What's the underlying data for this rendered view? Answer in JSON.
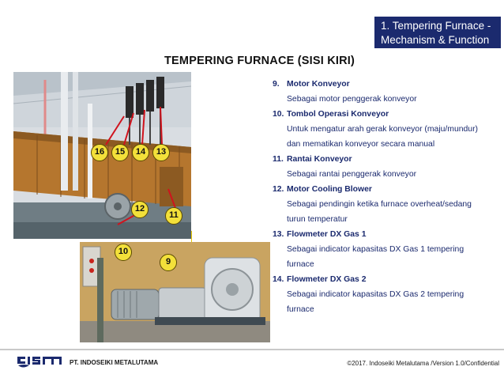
{
  "header": {
    "badge_line1": "1. Tempering Furnace -",
    "badge_line2": "Mechanism & Function",
    "title": "TEMPERING FURNACE (SISI KIRI)"
  },
  "markers": {
    "m16": "16",
    "m15": "15",
    "m14": "14",
    "m13": "13",
    "m12": "12",
    "m11": "11",
    "m10": "10",
    "m9": "9"
  },
  "items": [
    {
      "number": "9.",
      "title": "Motor Konveyor",
      "desc": [
        "Sebagai motor penggerak konveyor"
      ]
    },
    {
      "number": "10.",
      "title": "Tombol Operasi Konveyor",
      "desc": [
        "Untuk mengatur arah gerak konveyor (maju/mundur)",
        "dan mematikan konveyor secara manual"
      ]
    },
    {
      "number": "11.",
      "title": "Rantai Konveyor",
      "desc": [
        "Sebagai rantai penggerak konveyor"
      ]
    },
    {
      "number": "12.",
      "title": "Motor Cooling Blower",
      "desc": [
        "Sebagai pendingin ketika furnace overheat/sedang",
        "turun temperatur"
      ]
    },
    {
      "number": "13.",
      "title": "Flowmeter DX Gas 1",
      "desc": [
        "Sebagai indicator kapasitas DX Gas 1 tempering",
        "furnace"
      ]
    },
    {
      "number": "14.",
      "title": "Flowmeter DX Gas 2",
      "desc": [
        "Sebagai indicator kapasitas DX Gas 2 tempering",
        "furnace"
      ]
    }
  ],
  "footer": {
    "company": "PT. INDOSEIKI METALUTAMA",
    "copyright": "©2017. Indoseiki Metalutama /Version 1.0/Confidential",
    "logo_color": "#1b2a6e"
  },
  "colors": {
    "accent": "#1b2a6e",
    "marker": "#f3e03a",
    "arrow": "#d0131d"
  }
}
